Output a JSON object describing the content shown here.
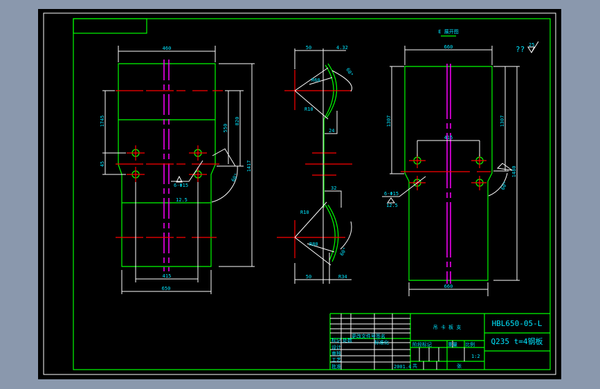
{
  "colors": {
    "background": "#8a98ad",
    "canvas": "#000000",
    "outline": "#00ff00",
    "dimension": "#ffffff",
    "centerline": "#ff0000",
    "axis": "#ff00ff",
    "text": "#00e5ff"
  },
  "view_left": {
    "dims": {
      "top": "460",
      "bottom": "650",
      "holes": "415",
      "left_upper": "1745",
      "left_lower": "45",
      "right_inner": "550",
      "right_mid": "820",
      "right_total": "1417",
      "hole_spec": "6-Φ15",
      "roughness": "12.5",
      "angle": "60°"
    }
  },
  "view_middle": {
    "dims": {
      "top_a": "50",
      "top_b": "4.32",
      "r_upper": "R60",
      "angle_upper": "60°",
      "r_small_upper": "R10",
      "gap_upper": "24",
      "gap_lower": "32",
      "r_small_lower": "R10",
      "r_lower": "R80",
      "angle_lower": "60°",
      "bottom_a": "50",
      "bottom_b": "R34"
    }
  },
  "view_right": {
    "title": "E 展开图",
    "dims": {
      "top": "660",
      "holes": "415",
      "left": "1307",
      "right": "1307",
      "total": "1480",
      "hole_spec": "6-Φ15",
      "roughness": "12.5",
      "angle": "60°",
      "bottom": "660"
    }
  },
  "surface_note": {
    "marks": "??",
    "roughness": "25"
  },
  "title_block": {
    "drawing_no": "HBL650-05-L",
    "material": "Q235 t=4钢板",
    "part_name": "吊 卡 板 支",
    "scale": "1:2",
    "date": "2001.4",
    "labels": {
      "mark": "标记",
      "count": "处数",
      "design": "设计",
      "check": "审核",
      "process": "工艺",
      "approve": "批准",
      "std": "标准化",
      "stage": "阶段标记",
      "weight": "重量",
      "ratio": "比例",
      "sheet": "共",
      "sheet_of": "张",
      "sign": "签名",
      "rev": "更改文件号"
    }
  }
}
